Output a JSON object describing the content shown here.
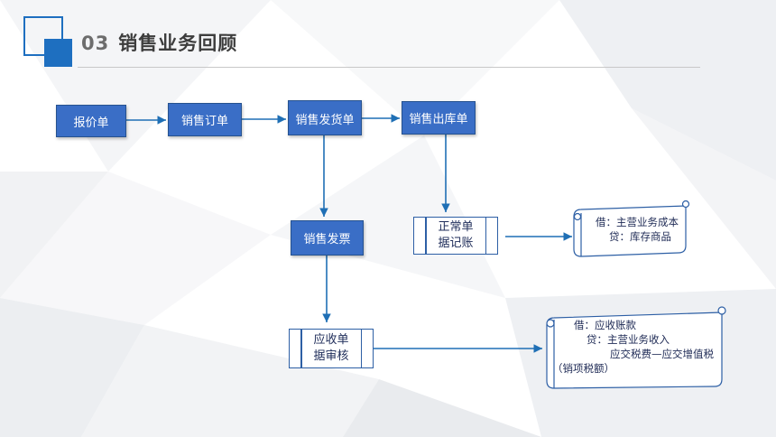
{
  "header": {
    "section_number": "03",
    "title": "销售业务回顾"
  },
  "flow": {
    "quote": "报价单",
    "sales_order": "销售订单",
    "delivery_note": "销售发货单",
    "outbound_note": "销售出库单",
    "invoice": "销售发票",
    "voucher_normal": {
      "line1": "正常单",
      "line2": "据记账"
    },
    "voucher_receivable": {
      "line1": "应收单",
      "line2": "据审核"
    }
  },
  "entries": {
    "cost_entry": {
      "debit": "借：主营业务成本",
      "credit": "贷：库存商品"
    },
    "receivable_entry": {
      "debit": "借：应收账款",
      "credit": "贷：主营业务收入",
      "credit2": "应交税费—应交增值税",
      "credit3": "（销项税额）"
    }
  },
  "colors": {
    "accent": "#1e6fc0",
    "box_fill": "#3a6ec6",
    "arrow": "#1f6fb5"
  }
}
